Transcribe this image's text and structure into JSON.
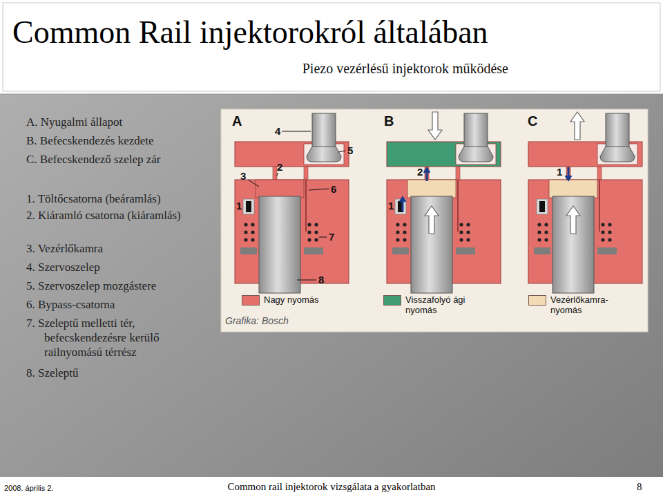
{
  "diagram": {
    "title": "Common Rail injektorokról általában",
    "labels": [
      "Piezo vezérlésű injektorok működése",
      "A. Nyugalmi állapot",
      "B. Befecskendezés kezdete",
      "C. Befecskendező szelep zár",
      "1. Töltőcsatorna (beáramlás)",
      "2. Kiáramló csatorna (kiáramlás)",
      "3. Vezérlőkamra",
      "4. Szervoszelep",
      "5. Szervoszelep mozgástere",
      "6. Bypass-csatorna",
      "7. Szeleptű melletti tér, befecskendezésre kerülő railnyomású térrész",
      "8. Szeleptű",
      "A",
      "B",
      "C",
      "4",
      "5",
      "2",
      "3",
      "6",
      "1",
      "7",
      "8",
      "2",
      "1",
      "1",
      "Grafika: Bosch",
      "2008. április 2.",
      "Common rail injektorok vizsgálata a gyakorlatban",
      "8"
    ],
    "legend": [
      {
        "text": "Nagy nyomás",
        "color": "#e3706b"
      },
      {
        "text": "Visszafolyó ági nyomás",
        "color": "#3f9b72"
      },
      {
        "text": "Vezérlőkamra-nyomás",
        "color": "#f2dab4"
      }
    ]
  }
}
